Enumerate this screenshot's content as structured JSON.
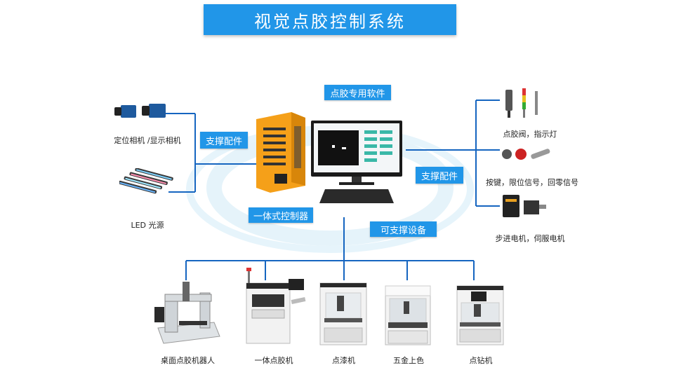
{
  "title": "视觉点胶控制系统",
  "tags": {
    "software": "点胶专用软件",
    "support_left": "支撑配件",
    "support_right": "支撑配件",
    "controller": "一体式控制器",
    "devices": "可支撑设备"
  },
  "left_items": [
    {
      "label": "定位相机 /显示相机",
      "icon": "camera-icon"
    },
    {
      "label": "LED  光源",
      "icon": "led-light-icon"
    }
  ],
  "right_items": [
    {
      "label": "点胶阀，指示灯",
      "icon": "dispensing-valve-icon"
    },
    {
      "label": "按键，限位信号，回零信号",
      "icon": "button-switch-icon"
    },
    {
      "label": "步进电机，伺服电机",
      "icon": "servo-motor-icon"
    }
  ],
  "devices": [
    {
      "label": "桌面点胶机器人",
      "icon": "desktop-robot-icon"
    },
    {
      "label": "一体点胶机",
      "icon": "integrated-dispenser-icon"
    },
    {
      "label": "点漆机",
      "icon": "painting-machine-icon"
    },
    {
      "label": "五金上色",
      "icon": "hardware-coloring-icon"
    },
    {
      "label": "点钻机",
      "icon": "diamond-point-machine-icon"
    }
  ],
  "colors": {
    "accent": "#2196e8",
    "line": "#1565c0",
    "controller": "#f5a019"
  }
}
